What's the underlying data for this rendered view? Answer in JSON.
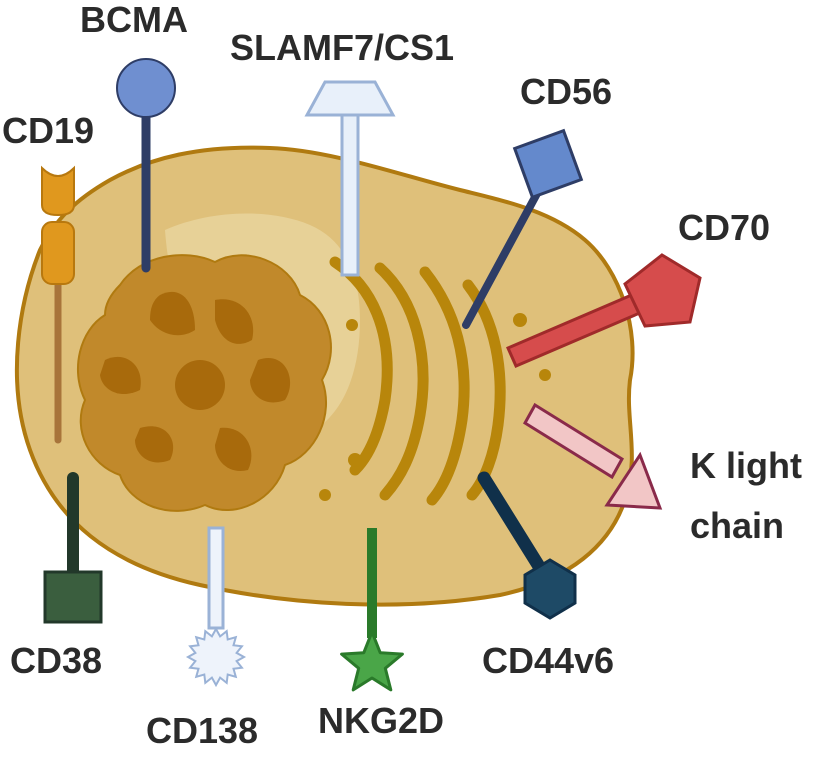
{
  "labels": {
    "bcma": "BCMA",
    "slamf7": "SLAMF7/CS1",
    "cd56": "CD56",
    "cd19": "CD19",
    "cd70": "CD70",
    "k_light_line1": "K light",
    "k_light_line2": "chain",
    "cd38": "CD38",
    "cd138": "CD138",
    "nkg2d": "NKG2D",
    "cd44v6": "CD44v6"
  },
  "colors": {
    "cell_fill": "#dfc07a",
    "cell_stroke": "#b07a10",
    "cytoplasm_light": "#e9d49c",
    "nucleus_fill": "#c1892b",
    "nucleus_stroke": "#b07a10",
    "chromatin": "#a86a0c",
    "er": "#b8860b",
    "bcma": "#6f8fd0",
    "bcma_stem": "#2e3d66",
    "slamf7": "#e8f0fa",
    "slamf7_stroke": "#9ab2d6",
    "cd56": "#6489cc",
    "cd56_stem": "#2e3d66",
    "cd19": "#e0981e",
    "cd19_stem": "#a8743a",
    "cd70": "#d64c4c",
    "cd70_stroke": "#a02a2a",
    "k_light": "#f2c6c6",
    "k_light_stroke": "#8a2a4a",
    "cd38": "#3a5e3e",
    "cd38_stroke": "#22382a",
    "cd138": "#eef3fb",
    "cd138_stroke": "#9ab2d6",
    "nkg2d": "#4aa648",
    "nkg2d_stroke": "#2a7a2a",
    "cd44v6": "#1e4a66",
    "cd44v6_stroke": "#10304a"
  }
}
